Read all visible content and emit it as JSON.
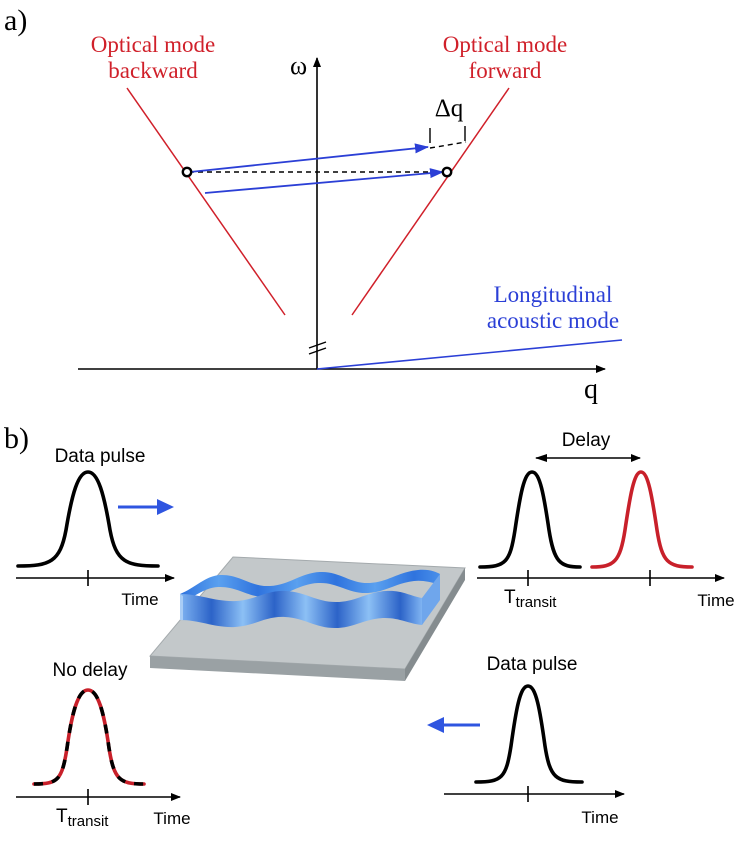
{
  "panel_a": {
    "label": "a)",
    "optical_backward": {
      "line1": "Optical mode",
      "line2": "backward"
    },
    "optical_forward": {
      "line1": "Optical mode",
      "line2": "forward"
    },
    "omega_axis_label": "ω",
    "q_axis_label": "q",
    "delta_q_label": "Δq",
    "acoustic_mode": {
      "line1": "Longitudinal",
      "line2": "acoustic mode"
    }
  },
  "panel_b": {
    "label": "b)",
    "input_pulse": {
      "label": "Data pulse",
      "time_label": "Time"
    },
    "delayed_output": {
      "label": "Delay",
      "t_main": "T",
      "t_sub": "transit",
      "time_label": "Time"
    },
    "reverse_input": {
      "label": "Data pulse",
      "time_label": "Time"
    },
    "no_delay_output": {
      "label": "No delay",
      "t_main": "T",
      "t_sub": "transit",
      "time_label": "Time"
    }
  },
  "colors": {
    "optical": "#d0202a",
    "acoustic": "#2b3fd6",
    "arrow": "#2f55e0",
    "pulse": "#000000",
    "delayed_pulse": "#c8202a",
    "waveguide": "#3b7fe0",
    "substrate": "#b9bfc2"
  }
}
